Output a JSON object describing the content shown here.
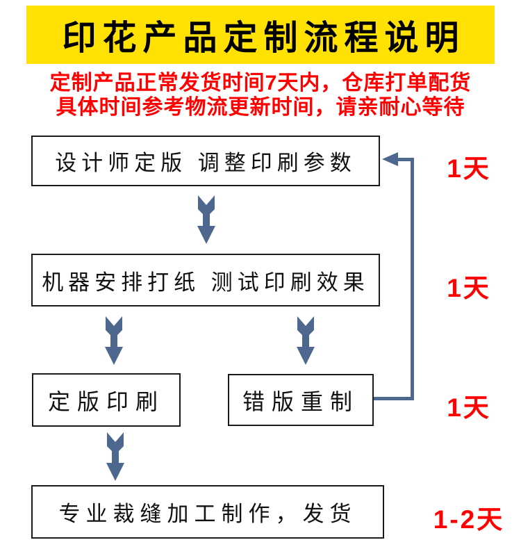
{
  "banner": {
    "title": "印花产品定制流程说明"
  },
  "notice": {
    "line1": "定制产品正常发货时间7天内，仓库打单配货",
    "line2": "具体时间参考物流更新时间，请亲耐心等待"
  },
  "flow": {
    "rows": [
      {
        "boxes": [
          "设计师定版 调整印刷参数"
        ],
        "duration": "1天"
      },
      {
        "boxes": [
          "机器安排打纸 测试印刷效果"
        ],
        "duration": "1天"
      },
      {
        "boxes": [
          "定版印刷",
          "错版重制"
        ],
        "duration": "1天"
      },
      {
        "boxes": [
          "专业裁缝加工制作，发货"
        ],
        "duration": "1-2天"
      }
    ],
    "arrow_icon": "notched-down-arrow",
    "feedback_path": "错版重制 returns to 设计师定版"
  },
  "colors": {
    "banner_bg": "#FFE103",
    "notice_red": "#FF0000",
    "duration_red": "#FF0000",
    "flow_blue": "#4D678F",
    "box_border": "#1A1A1A"
  }
}
